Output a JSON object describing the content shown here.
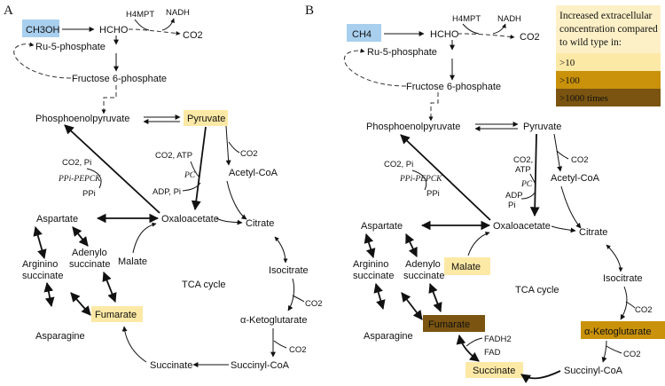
{
  "panels": {
    "a": {
      "letter": "A",
      "substrate": "CH3OH",
      "hcho": "HCHO",
      "h4mpt": "H4MPT",
      "nadh": "NADH",
      "co2": "CO2",
      "ru5p": "Ru-5-phosphate",
      "f6p": "Fructose 6-phosphate",
      "pep": "Phosphoenolpyruvate",
      "pyruvate": "Pyruvate",
      "co2_pi": "CO2, Pi",
      "ppi_pepck": "PPi-PEPCK",
      "ppi": "PPi",
      "co2_atp": "CO2, ATP",
      "pc": "PC",
      "adp_pi": "ADP, Pi",
      "co2_pdh": "CO2",
      "acetyl_coa": "Acetyl-CoA",
      "aspartate": "Aspartate",
      "oxaloacetate": "Oxaloacetate",
      "citrate": "Citrate",
      "argino1": "Arginino",
      "argino2": "succinate",
      "adenylo1": "Adenylo",
      "adenylo2": "succinate",
      "malate": "Malate",
      "isocitrate": "Isocitrate",
      "tca": "TCA cycle",
      "co2_icd": "CO2",
      "fumarate": "Fumarate",
      "akg": "α-Ketoglutarate",
      "asparagine": "Asparagine",
      "co2_akg": "CO2",
      "succinate": "Succinate",
      "succinyl_coa": "Succinyl-CoA"
    },
    "b": {
      "letter": "B",
      "substrate": "CH4",
      "hcho": "HCHO",
      "h4mpt": "H4MPT",
      "nadh": "NADH",
      "co2": "CO2",
      "ru5p": "Ru-5-phosphate",
      "f6p": "Fructose 6-phosphate",
      "pep": "Phosphoenolpyruvate",
      "pyruvate": "Pyruvate",
      "co2_pi": "CO2, Pi",
      "ppi_pepck": "PPi-PEPCK",
      "ppi": "PPi",
      "co2_atp_1": "CO2,",
      "co2_atp_2": "ATP",
      "pc": "PC",
      "adp_1": "ADP",
      "adp_2": "Pi",
      "co2_pdh": "CO2",
      "acetyl_coa": "Acetyl-CoA",
      "aspartate": "Aspartate",
      "oxaloacetate": "Oxaloacetate",
      "citrate": "Citrate",
      "argino1": "Arginino",
      "argino2": "succinate",
      "adenylo1": "Adenylo",
      "adenylo2": "succinate",
      "malate": "Malate",
      "isocitrate": "Isocitrate",
      "tca": "TCA cycle",
      "co2_icd": "CO2",
      "fumarate": "Fumarate",
      "akg": "α-Ketoglutarate",
      "fadh2": "FADH2",
      "fad": "FAD",
      "asparagine": "Asparagine",
      "co2_akg": "CO2",
      "succinate": "Succinate",
      "succinyl_coa": "Succinyl-CoA"
    }
  },
  "legend": {
    "title_1": "Increased extracellular",
    "title_2": "concentration compared",
    "title_3": "to wild type in:",
    "items": [
      ">10",
      ">100",
      ">1000 times"
    ]
  },
  "colors": {
    "substrate_box": "#a8cfee",
    "level_10": "#fde9a6",
    "level_100": "#c9920a",
    "level_1000": "#7a5410",
    "legend_bg": "#fdf0c6"
  }
}
